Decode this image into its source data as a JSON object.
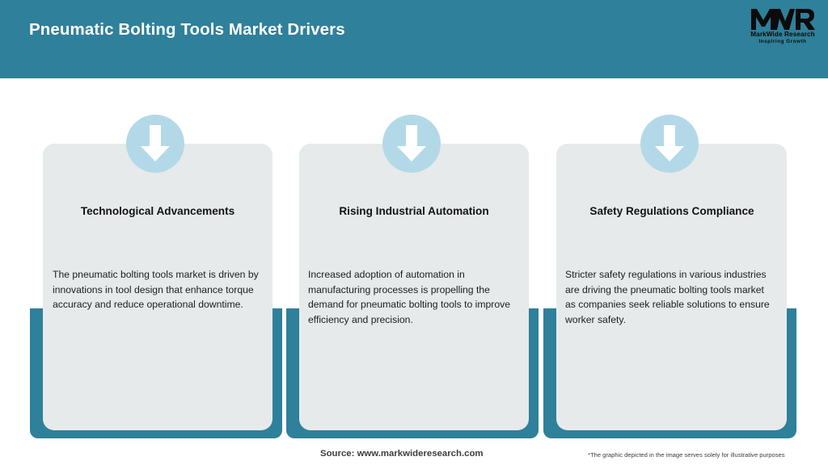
{
  "header": {
    "title": "Pneumatic Bolting Tools Market Drivers",
    "background_color": "#2f809a",
    "title_color": "#ffffff"
  },
  "logo": {
    "mark": "MWR",
    "name": "MarkWide Research",
    "tagline": "Inspiring Growth"
  },
  "cards": [
    {
      "icon": "down-arrow-icon",
      "title": "Technological Advancements",
      "body": "The pneumatic bolting tools market is driven by innovations in tool design that enhance torque accuracy and reduce operational downtime."
    },
    {
      "icon": "down-arrow-icon",
      "title": "Rising Industrial Automation",
      "body": "Increased adoption of automation in manufacturing processes is propelling the demand for pneumatic bolting tools to improve efficiency and precision."
    },
    {
      "icon": "down-arrow-icon",
      "title": "Safety Regulations Compliance",
      "body": "Stricter safety regulations in various industries are driving the pneumatic bolting tools market as companies seek reliable solutions to ensure worker safety."
    }
  ],
  "footer": {
    "source": "Source: www.markwideresearch.com",
    "disclaimer": "*The graphic depicted in the image serves solely for illustrative purposes"
  },
  "theme": {
    "teal": "#2f809a",
    "card_gray": "#e7eaea",
    "badge_blue": "#b3d9e8",
    "page_background": "#ffffff"
  }
}
